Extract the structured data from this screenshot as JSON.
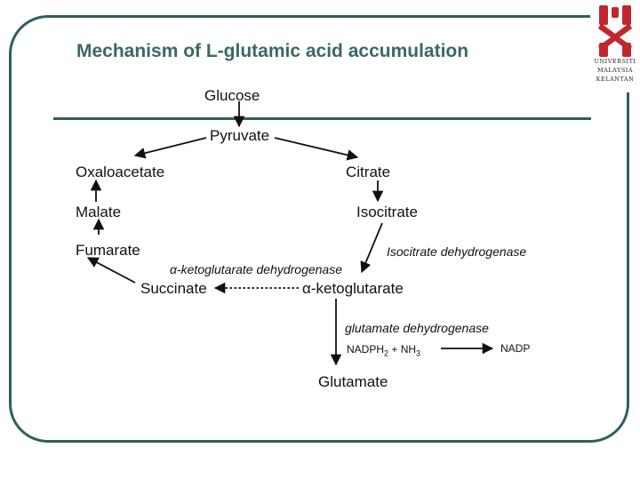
{
  "slide": {
    "title": "Mechanism of L-glutamic acid accumulation"
  },
  "logo": {
    "lines": [
      "UNIVERSITI",
      "MALAYSIA",
      "KELANTAN"
    ],
    "color": "#c0272d"
  },
  "pathway": {
    "glucose": "Glucose",
    "pyruvate": "Pyruvate",
    "oxaloacetate": "Oxaloacetate",
    "citrate": "Citrate",
    "malate": "Malate",
    "isocitrate": "Isocitrate",
    "fumarate": "Fumarate",
    "isocitrate_enzyme": "Isocitrate dehydrogenase",
    "akg_enzyme": "α-ketoglutarate dehydrogenase",
    "succinate": "Succinate",
    "akg": "α-ketoglutarate",
    "glu_enzyme": "glutamate dehydrogenase",
    "cofactor_nadph2": "NADPH",
    "cofactor_sub_2": "2",
    "cofactor_plus_nh3": " + NH",
    "cofactor_sub_3": "3",
    "nadp": "NADP",
    "glutamate": "Glutamate"
  },
  "colors": {
    "frame": "#2f5f5f",
    "title": "#3a6868",
    "arrow": "#111111"
  }
}
